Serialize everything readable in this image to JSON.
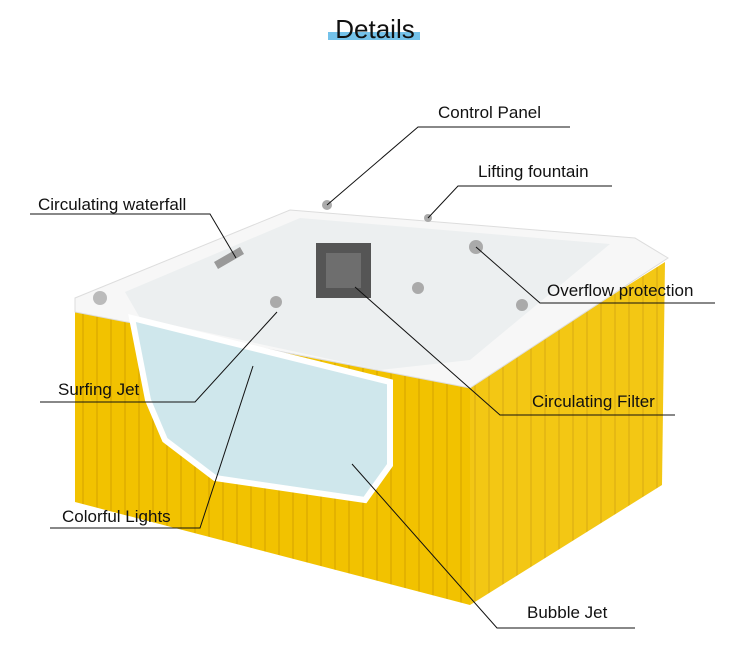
{
  "title": "Details",
  "callouts": {
    "control_panel": "Control Panel",
    "lifting_fountain": "Lifting fountain",
    "circulating_waterfall": "Circulating waterfall",
    "overflow_protection": "Overflow protection",
    "surfing_jet": "Surfing Jet",
    "circulating_filter": "Circulating Filter",
    "colorful_lights": "Colorful Lights",
    "bubble_jet": "Bubble Jet"
  },
  "colors": {
    "accent": "#74c2ea",
    "panel": "#f2c200",
    "glass": "#cfe7ec"
  }
}
